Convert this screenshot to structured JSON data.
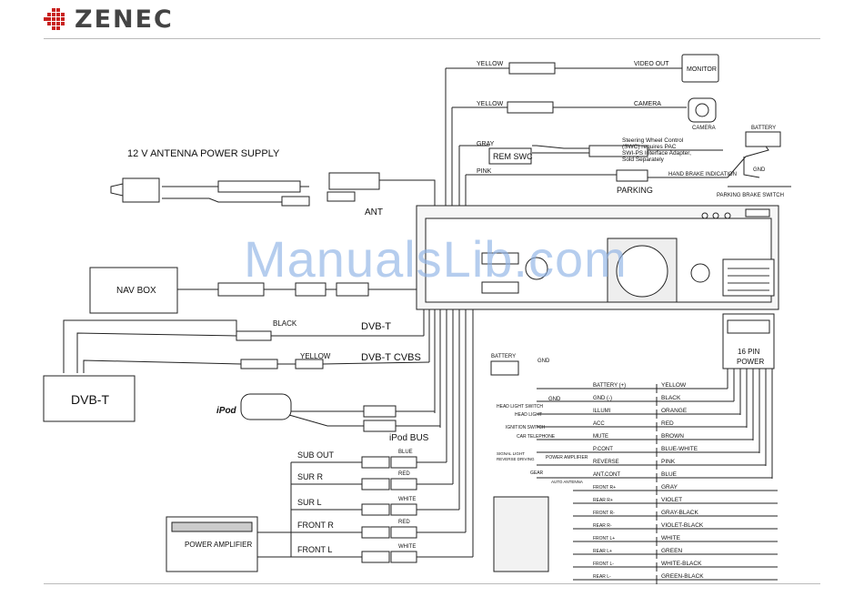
{
  "brand": {
    "name": "ZENEC",
    "logo_color": "#c8201e"
  },
  "watermark": "ManualsLib.com",
  "top_left": {
    "antenna_power": "12 V ANTENNA  POWER SUPPLY",
    "ant": "ANT",
    "nav_box": "NAV BOX",
    "dvbt_label1": "DVB-T",
    "dvbt_label2": "DVB-T   CVBS",
    "dvbt_box": "DVB-T",
    "black": "BLACK",
    "yellow": "YELLOW",
    "ipod": "iPod",
    "ipod_bus": "iPod BUS"
  },
  "top_right": {
    "yellow1": "YELLOW",
    "video_out": "VIDEO OUT",
    "monitor": "MONITOR",
    "yellow2": "YELLOW",
    "camera_lbl": "CAMERA",
    "camera_box": "CAMERA",
    "gray": "GRAY",
    "rem_swc": "REM SWC",
    "swc_note": [
      "Steering Wheel Control",
      "(SWC) requires PAC",
      "SWI-PS Interface Adapter,",
      "Sold Separately"
    ],
    "pink": "PINK",
    "parking": "PARKING",
    "battery": "BATTERY",
    "hand_brake": "HAND BRAKE INDICATION",
    "gnd": "GND",
    "parking_brake_switch": "PARKING BRAKE SWITCH"
  },
  "rca": [
    {
      "label": "SUB OUT",
      "color": "BLUE"
    },
    {
      "label": "SUR R",
      "color": "RED"
    },
    {
      "label": "SUR L",
      "color": "WHITE"
    },
    {
      "label": "FRONT R",
      "color": "RED"
    },
    {
      "label": "FRONT L",
      "color": "WHITE"
    }
  ],
  "power_amplifier": "POWER AMPLIFIER",
  "pin16": {
    "title": "16 PIN",
    "subtitle": "POWER"
  },
  "wiring_left": {
    "battery": "BATTERY",
    "gnd": "GND",
    "gnd2": "GND",
    "head_light_switch": "HEAD LIGHT SWITCH",
    "head_light": "HEAD LIGHT",
    "ignition_switch": "IGNITION SWITCH",
    "car_telephone": "CAR TELEPHONE",
    "power_amplifier": "POWER AMPLIFIER",
    "signal_light": [
      "SIGNAL LIGHT",
      "REVERSE DRIVING"
    ],
    "gear": "GEAR",
    "auto_antenna": "AUTO ANTENNA"
  },
  "wires": [
    {
      "func": "BATTERY (+)",
      "color": "YELLOW"
    },
    {
      "func": "GND (-)",
      "color": "BLACK"
    },
    {
      "func": "ILLUMI",
      "color": "ORANGE"
    },
    {
      "func": "ACC",
      "color": "RED"
    },
    {
      "func": "MUTE",
      "color": "BROWN"
    },
    {
      "func": "P.CONT",
      "color": "BLUE-WHITE"
    },
    {
      "func": "REVERSE",
      "color": "PINK"
    },
    {
      "func": "ANT.CONT",
      "color": "BLUE"
    },
    {
      "func": "FRONT R+",
      "color": "GRAY"
    },
    {
      "func": "REAR R+",
      "color": "VIOLET"
    },
    {
      "func": "FRONT R-",
      "color": "GRAY-BLACK"
    },
    {
      "func": "REAR R-",
      "color": "VIOLET-BLACK"
    },
    {
      "func": "FRONT L+",
      "color": "WHITE"
    },
    {
      "func": "REAR L+",
      "color": "GREEN"
    },
    {
      "func": "FRONT L-",
      "color": "WHITE-BLACK"
    },
    {
      "func": "REAR L-",
      "color": "GREEN-BLACK"
    }
  ]
}
